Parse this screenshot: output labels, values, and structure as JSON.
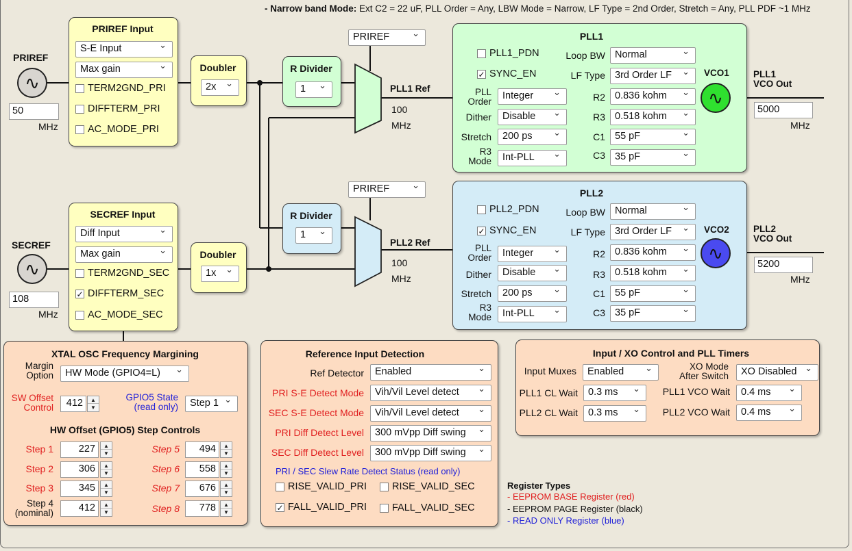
{
  "header": {
    "mode_label": "- Narrow band Mode:",
    "mode_desc": "Ext C2 = 22 uF, PLL Order = Any, LBW Mode = Narrow, LF Type = 2nd Order, Stretch = Any, PLL PDF ~1 MHz"
  },
  "priref": {
    "label": "PRIREF",
    "freq": "50",
    "unit": "MHz",
    "input_title": "PRIREF Input",
    "mode": "S-E Input",
    "gain": "Max gain",
    "cb": [
      {
        "label": "TERM2GND_PRI",
        "checked": false
      },
      {
        "label": "DIFFTERM_PRI",
        "checked": false
      },
      {
        "label": "AC_MODE_PRI",
        "checked": false
      }
    ],
    "doubler_title": "Doubler",
    "doubler": "2x",
    "rdiv_title": "R Divider",
    "rdiv": "1",
    "mux_sel": "PRIREF",
    "ref_label": "PLL1 Ref",
    "ref_freq": "100",
    "ref_unit": "MHz"
  },
  "secref": {
    "label": "SECREF",
    "freq": "108",
    "unit": "MHz",
    "input_title": "SECREF Input",
    "mode": "Diff Input",
    "gain": "Max gain",
    "cb": [
      {
        "label": "TERM2GND_SEC",
        "checked": false
      },
      {
        "label": "DIFFTERM_SEC",
        "checked": true
      },
      {
        "label": "AC_MODE_SEC",
        "checked": false
      }
    ],
    "doubler_title": "Doubler",
    "doubler": "1x",
    "rdiv_title": "R Divider",
    "rdiv": "1",
    "mux_sel": "PRIREF",
    "ref_label": "PLL2 Ref",
    "ref_freq": "100",
    "ref_unit": "MHz"
  },
  "pll1": {
    "title": "PLL1",
    "pdn_label": "PLL1_PDN",
    "pdn_checked": false,
    "sync_label": "SYNC_EN",
    "sync_checked": true,
    "loop_bw_label": "Loop BW",
    "loop_bw": "Normal",
    "lf_type_label": "LF Type",
    "lf_type": "3rd Order LF",
    "order_label_1": "PLL",
    "order_label_2": "Order",
    "order": "Integer",
    "dither_label": "Dither",
    "dither": "Disable",
    "stretch_label": "Stretch",
    "stretch": "200 ps",
    "r3mode_label_1": "R3",
    "r3mode_label_2": "Mode",
    "r3mode": "Int-PLL",
    "r2_label": "R2",
    "r2": "0.836 kohm",
    "r3_label": "R3",
    "r3": "0.518 kohm",
    "c1_label": "C1",
    "c1": "55 pF",
    "c3_label": "C3",
    "c3": "35 pF",
    "vco_label": "VCO1",
    "out_label_1": "PLL1",
    "out_label_2": "VCO Out",
    "out_freq": "5000",
    "out_unit": "MHz"
  },
  "pll2": {
    "title": "PLL2",
    "pdn_label": "PLL2_PDN",
    "pdn_checked": false,
    "sync_label": "SYNC_EN",
    "sync_checked": true,
    "loop_bw_label": "Loop BW",
    "loop_bw": "Normal",
    "lf_type_label": "LF Type",
    "lf_type": "3rd Order LF",
    "order_label_1": "PLL",
    "order_label_2": "Order",
    "order": "Integer",
    "dither_label": "Dither",
    "dither": "Disable",
    "stretch_label": "Stretch",
    "stretch": "200 ps",
    "r3mode_label_1": "R3",
    "r3mode_label_2": "Mode",
    "r3mode": "Int-PLL",
    "r2_label": "R2",
    "r2": "0.836 kohm",
    "r3_label": "R3",
    "r3": "0.518 kohm",
    "c1_label": "C1",
    "c1": "55 pF",
    "c3_label": "C3",
    "c3": "35 pF",
    "vco_label": "VCO2",
    "out_label_1": "PLL2",
    "out_label_2": "VCO Out",
    "out_freq": "5200",
    "out_unit": "MHz"
  },
  "xtal": {
    "title": "XTAL OSC Frequency Margining",
    "margin_label_1": "Margin",
    "margin_label_2": "Option",
    "margin": "HW Mode (GPIO4=L)",
    "sw_label_1": "SW Offset",
    "sw_label_2": "Control",
    "sw_value": "412",
    "gpio5_label_1": "GPIO5 State",
    "gpio5_label_2": "(read only)",
    "gpio5": "Step 1",
    "hw_title": "HW Offset (GPIO5) Step Controls",
    "step1_label": "Step 1",
    "step1": "227",
    "step2_label": "Step 2",
    "step2": "306",
    "step3_label": "Step 3",
    "step3": "345",
    "step4_label_1": "Step 4",
    "step4_label_2": "(nominal)",
    "step4": "412",
    "step5_label": "Step 5",
    "step5": "494",
    "step6_label": "Step 6",
    "step6": "558",
    "step7_label": "Step 7",
    "step7": "676",
    "step8_label": "Step 8",
    "step8": "778"
  },
  "refdet": {
    "title": "Reference Input Detection",
    "ref_detector_label": "Ref Detector",
    "ref_detector": "Enabled",
    "pri_se_label": "PRI S-E Detect Mode",
    "pri_se": "Vih/Vil Level detect",
    "sec_se_label": "SEC S-E Detect Mode",
    "sec_se": "Vih/Vil Level detect",
    "pri_diff_label": "PRI Diff Detect Level",
    "pri_diff": "300 mVpp Diff swing",
    "sec_diff_label": "SEC Diff Detect Level",
    "sec_diff": "300 mVpp Diff swing",
    "slew_status": "PRI / SEC Slew Rate Detect Status (read only)",
    "rise_pri": "RISE_VALID_PRI",
    "rise_pri_checked": false,
    "rise_sec": "RISE_VALID_SEC",
    "rise_sec_checked": false,
    "fall_pri": "FALL_VALID_PRI",
    "fall_pri_checked": true,
    "fall_sec": "FALL_VALID_SEC",
    "fall_sec_checked": false
  },
  "xoctl": {
    "title": "Input / XO Control and PLL Timers",
    "input_muxes_label": "Input Muxes",
    "input_muxes": "Enabled",
    "xo_mode_label_1": "XO Mode",
    "xo_mode_label_2": "After Switch",
    "xo_mode": "XO Disabled",
    "pll1_cl_label": "PLL1 CL Wait",
    "pll1_cl": "0.3 ms",
    "pll2_cl_label": "PLL2 CL Wait",
    "pll2_cl": "0.3 ms",
    "pll1_vco_label": "PLL1 VCO Wait",
    "pll1_vco": "0.4 ms",
    "pll2_vco_label": "PLL2 VCO Wait",
    "pll2_vco": "0.4 ms"
  },
  "legend": {
    "title": "Register Types",
    "eeprom_base": "- EEPROM BASE Register (red)",
    "eeprom_page": "- EEPROM PAGE Register (black)",
    "read_only": "- READ ONLY Register (blue)"
  },
  "colors": {
    "background": "#ece8dc",
    "input_box": "#ffffc0",
    "pll1_panel": "#d2ffd4",
    "pll2_panel": "#d4ecf7",
    "lower_panel": "#fddcc2",
    "vco1": "#2fe02f",
    "vco2": "#4a4af0",
    "red_text": "#e02020",
    "blue_text": "#2020d8"
  },
  "icons": {
    "oscillator": "sine-wave-icon",
    "dropdown": "chevron-down-icon",
    "spinner": "up-down-arrow-icon",
    "checkbox": "checkbox-icon"
  }
}
